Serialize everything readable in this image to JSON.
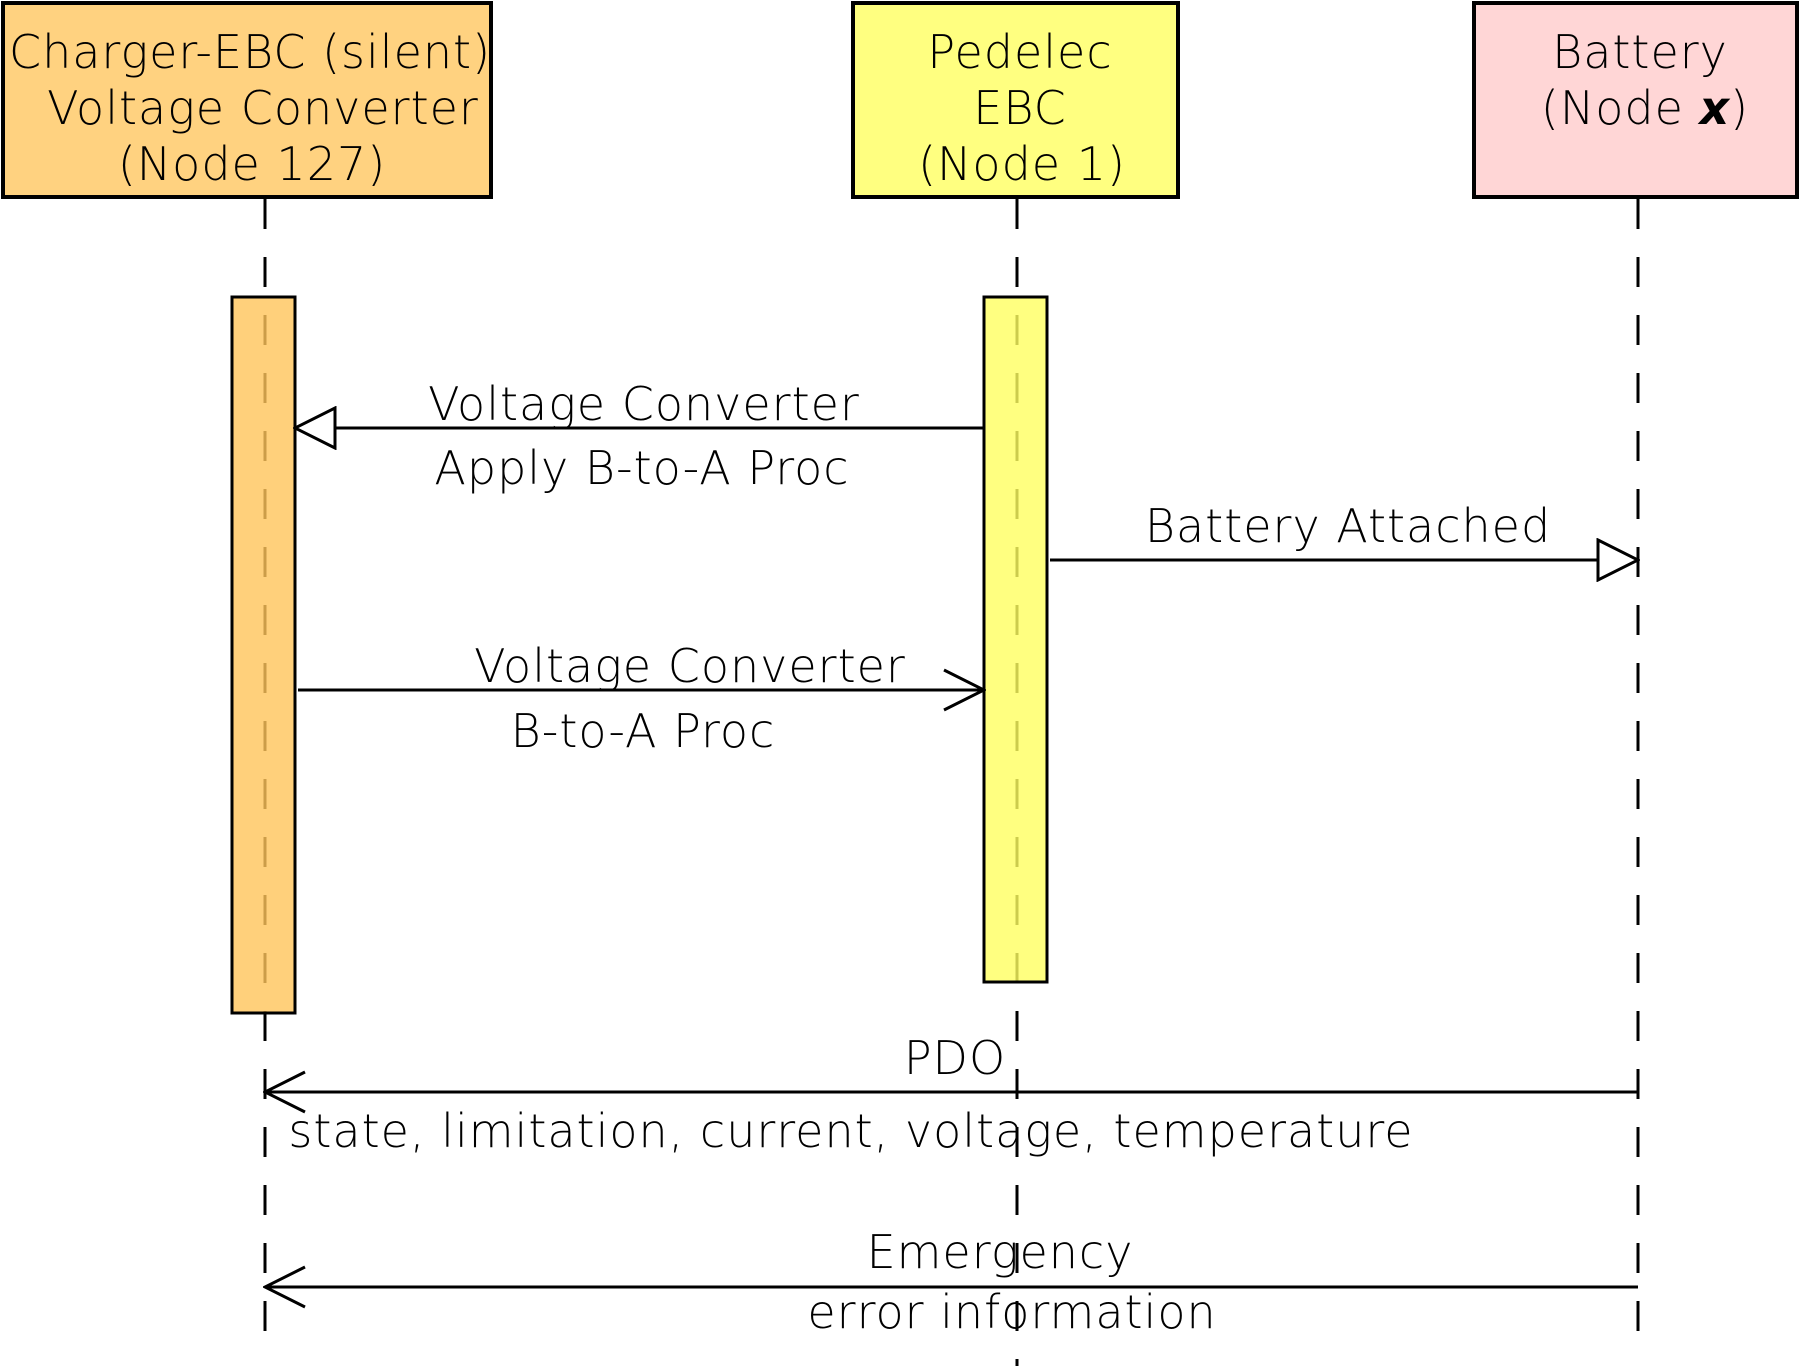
{
  "diagram": {
    "type": "sequence-diagram",
    "participants": [
      {
        "id": "charger",
        "lines": [
          "Charger-EBC (silent)",
          "Voltage Converter",
          "(Node 127)"
        ],
        "color": "#ffd280"
      },
      {
        "id": "pedelec",
        "lines": [
          "Pedelec",
          "EBC",
          "(Node 1)"
        ],
        "color": "#ffff80"
      },
      {
        "id": "battery",
        "lines": [
          "Battery",
          "(Node ",
          "x",
          ")"
        ],
        "color": "#ffd6d6"
      }
    ],
    "messages": [
      {
        "from": "pedelec",
        "to": "charger",
        "head": "hollow-triangle",
        "label_above": "Voltage Converter",
        "label_below": "Apply B-to-A Proc"
      },
      {
        "from": "pedelec",
        "to": "battery",
        "head": "hollow-triangle",
        "label_above": "Battery Attached",
        "label_below": ""
      },
      {
        "from": "charger",
        "to": "pedelec",
        "head": "open",
        "label_above": "Voltage Converter",
        "label_below": "B-to-A Proc"
      },
      {
        "from": "battery",
        "to": "charger",
        "head": "open",
        "label_above": "PDO",
        "label_below": "state, limitation, current, voltage, temperature"
      },
      {
        "from": "battery",
        "to": "charger",
        "head": "open",
        "label_above": "Emergency",
        "label_below": "error information"
      }
    ]
  }
}
